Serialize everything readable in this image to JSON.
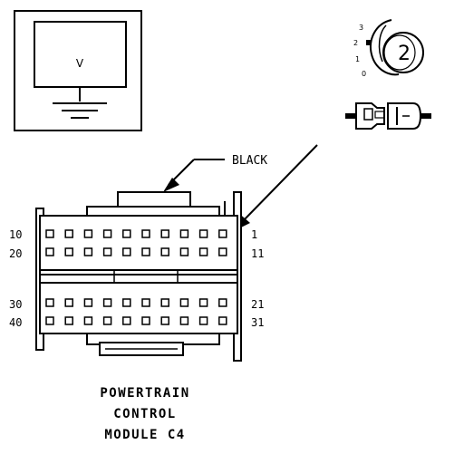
{
  "meter": {
    "label": "V"
  },
  "probe": {
    "position_labels": [
      "3",
      "2",
      "1",
      "0"
    ],
    "badge": "2"
  },
  "connector": {
    "callout": "BLACK",
    "top_row_left": "10",
    "top_row_right": "1",
    "row2_left": "20",
    "row2_right": "11",
    "row3_left": "30",
    "row3_right": "21",
    "row4_left": "40",
    "row4_right": "31",
    "title_lines": [
      "POWERTRAIN",
      "CONTROL",
      "MODULE C4"
    ]
  },
  "colors": {
    "ink": "#000000",
    "background": "#ffffff"
  }
}
